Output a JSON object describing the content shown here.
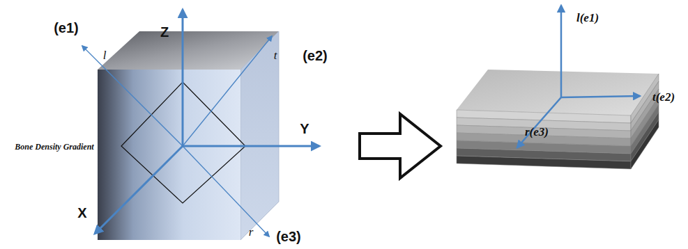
{
  "diagram": {
    "labels": [
      "(e1)",
      "l",
      "Z",
      "t",
      "(e2)",
      "Bone Density Gradient",
      "Y",
      "X",
      "r",
      "(e3)",
      "l(e1)",
      "t(e2)",
      "r(e3)"
    ]
  }
}
